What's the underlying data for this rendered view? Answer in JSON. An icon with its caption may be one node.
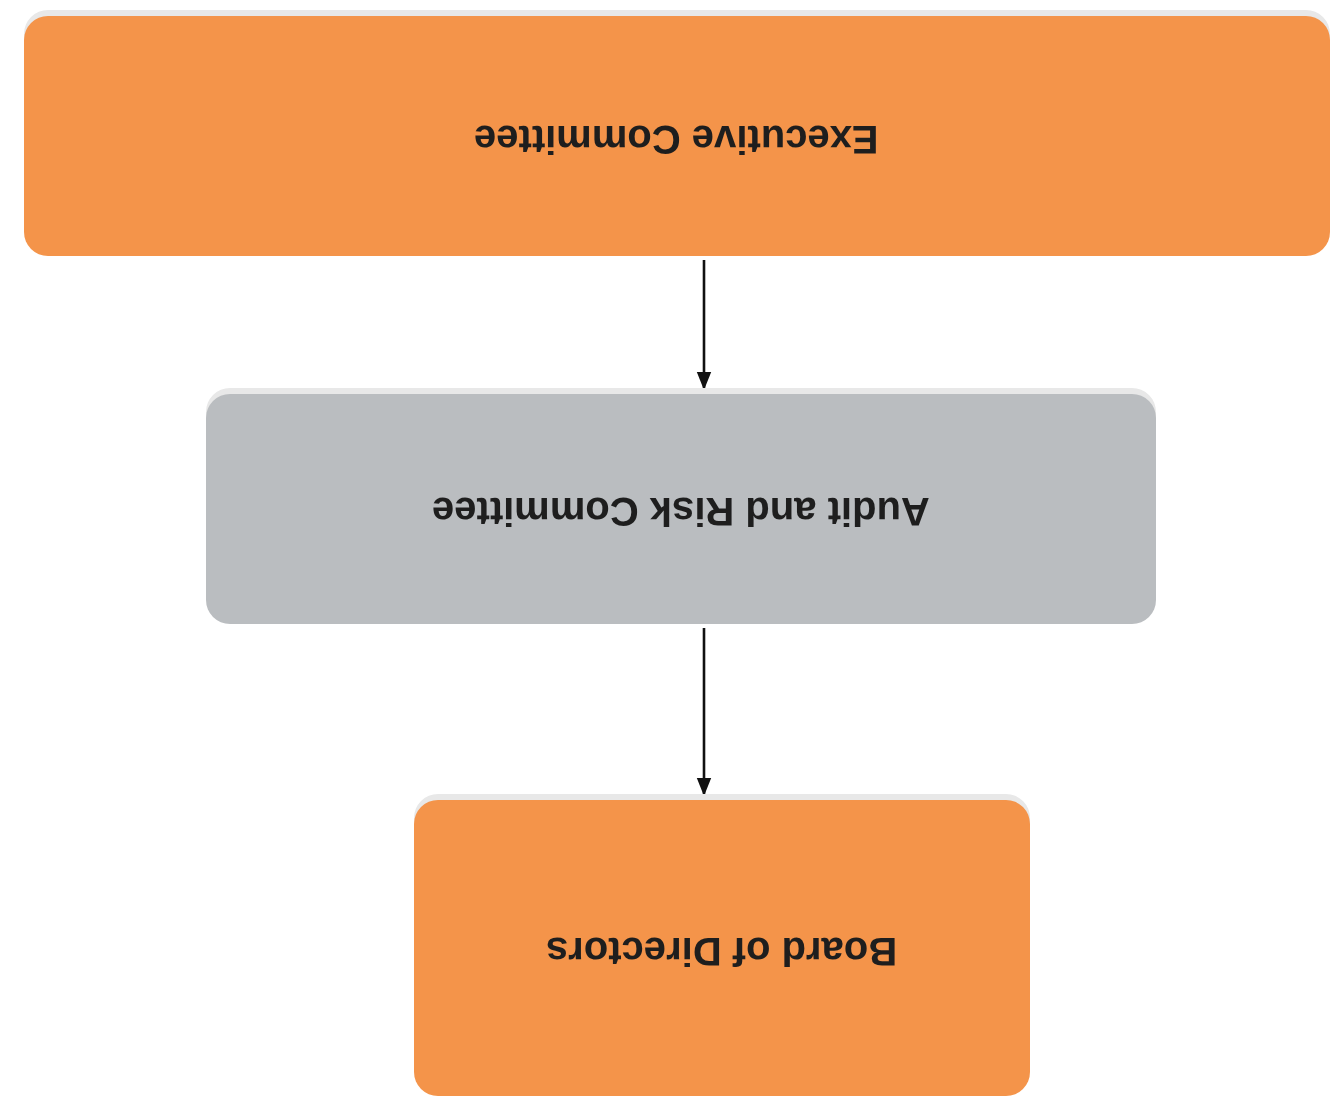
{
  "diagram": {
    "nodes": [
      {
        "text": [
          "Executive Committee"
        ]
      },
      {
        "text": [
          "Audit and Risk Committee"
        ]
      },
      {
        "text": [
          "Board of Directors"
        ]
      }
    ],
    "edges": [
      {
        "from": 0,
        "to": 1,
        "arrow": "to"
      },
      {
        "from": 1,
        "to": 2,
        "arrow": "to"
      }
    ]
  }
}
